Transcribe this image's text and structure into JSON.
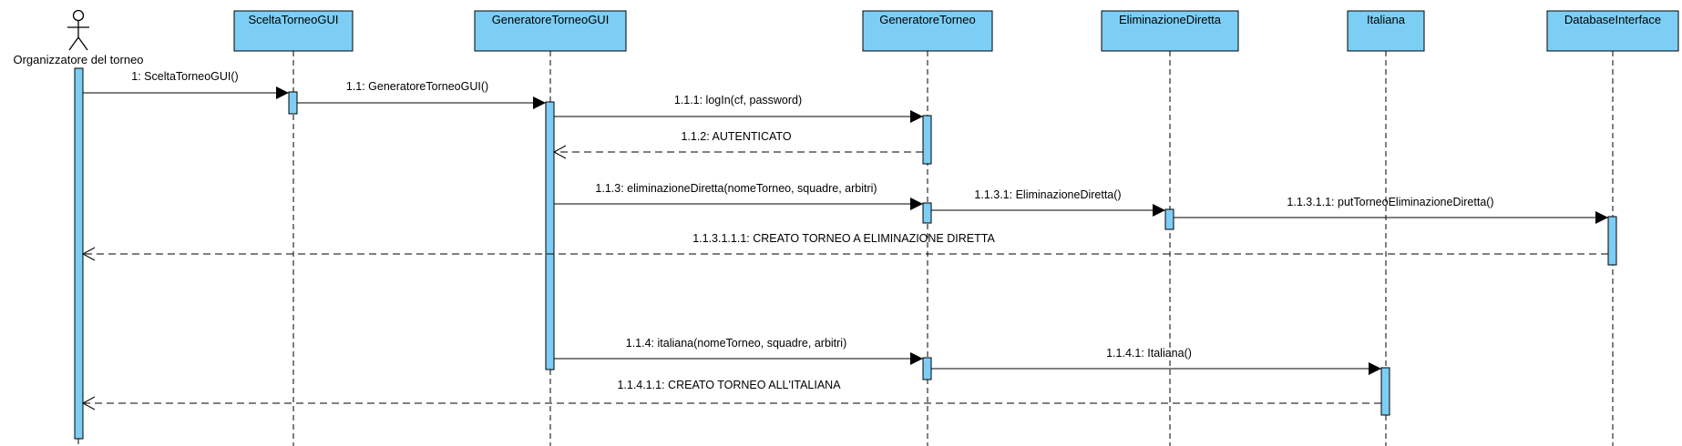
{
  "colors": {
    "lifeline_fill": "#7ccef4",
    "stroke": "#000000",
    "background": "#ffffff"
  },
  "actor": {
    "label": "Organizzatore del torneo",
    "icon": "stick-figure-icon"
  },
  "participants": [
    "SceltaTorneoGUI",
    "GeneratoreTorneoGUI",
    "GeneratoreTorneo",
    "EliminazioneDiretta",
    "Italiana",
    "DatabaseInterface"
  ],
  "messages": [
    {
      "label": "1: SceltaTorneoGUI()",
      "from": "Organizzatore del torneo",
      "to": "SceltaTorneoGUI",
      "kind": "sync"
    },
    {
      "label": "1.1: GeneratoreTorneoGUI()",
      "from": "SceltaTorneoGUI",
      "to": "GeneratoreTorneoGUI",
      "kind": "sync"
    },
    {
      "label": "1.1.1: logIn(cf, password)",
      "from": "GeneratoreTorneoGUI",
      "to": "GeneratoreTorneo",
      "kind": "sync"
    },
    {
      "label": "1.1.2: AUTENTICATO",
      "from": "GeneratoreTorneo",
      "to": "GeneratoreTorneoGUI",
      "kind": "return"
    },
    {
      "label": "1.1.3: eliminazioneDiretta(nomeTorneo, squadre, arbitri)",
      "from": "GeneratoreTorneoGUI",
      "to": "GeneratoreTorneo",
      "kind": "sync"
    },
    {
      "label": "1.1.3.1: EliminazioneDiretta()",
      "from": "GeneratoreTorneo",
      "to": "EliminazioneDiretta",
      "kind": "sync"
    },
    {
      "label": "1.1.3.1.1: putTorneoEliminazioneDiretta()",
      "from": "EliminazioneDiretta",
      "to": "DatabaseInterface",
      "kind": "sync"
    },
    {
      "label": "1.1.3.1.1.1: CREATO TORNEO A ELIMINAZIONE DIRETTA",
      "from": "DatabaseInterface",
      "to": "Organizzatore del torneo",
      "kind": "return"
    },
    {
      "label": "1.1.4: italiana(nomeTorneo, squadre, arbitri)",
      "from": "GeneratoreTorneoGUI",
      "to": "GeneratoreTorneo",
      "kind": "sync"
    },
    {
      "label": "1.1.4.1: Italiana()",
      "from": "GeneratoreTorneo",
      "to": "Italiana",
      "kind": "sync"
    },
    {
      "label": "1.1.4.1.1: CREATO TORNEO ALL'ITALIANA",
      "from": "Italiana",
      "to": "Organizzatore del torneo",
      "kind": "return"
    }
  ]
}
